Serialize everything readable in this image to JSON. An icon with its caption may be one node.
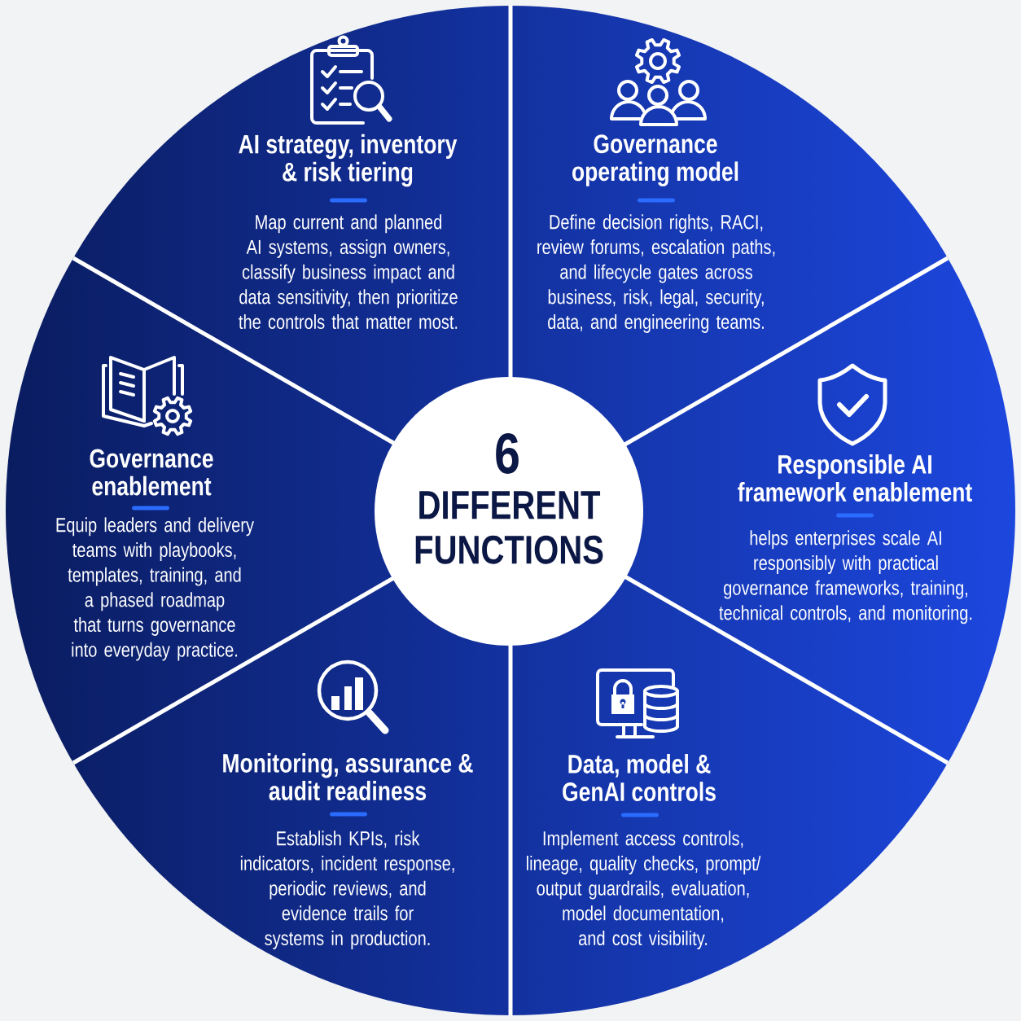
{
  "diagram": {
    "nodes": [
      {
        "text": [
          "AI strategy, inventory & risk tiering",
          "Map current and planned AI systems, assign owners, classify business impact and data sensitivity, then prioritize the controls that matter most."
        ]
      },
      {
        "text": [
          "Governance operating model",
          "Define decision rights, RACI, review forums, escalation paths, and lifecycle gates across business, risk, legal, security, data, and engineering teams."
        ]
      },
      {
        "text": [
          "Governance enablement",
          "Equip leaders and delivery teams with playbooks, templates, training, and a phased roadmap that turns governance into everyday practice."
        ]
      },
      {
        "text": [
          "6",
          "DIFFERENT FUNCTIONS"
        ]
      },
      {
        "text": [
          "Responsible AI framework enablement",
          "helps enterprises scale AI responsibly with practical governance frameworks, training, technical controls, and monitoring."
        ]
      },
      {
        "text": [
          "Monitoring, assurance & audit readiness",
          "Establish KPIs, risk indicators, incident response, periodic reviews, and evidence trails for systems in production."
        ]
      },
      {
        "text": [
          "Data, model & GenAI controls",
          "Implement access controls, lineage, quality checks, prompt/ output guardrails, evaluation, model documentation, and cost visibility."
        ]
      }
    ]
  }
}
